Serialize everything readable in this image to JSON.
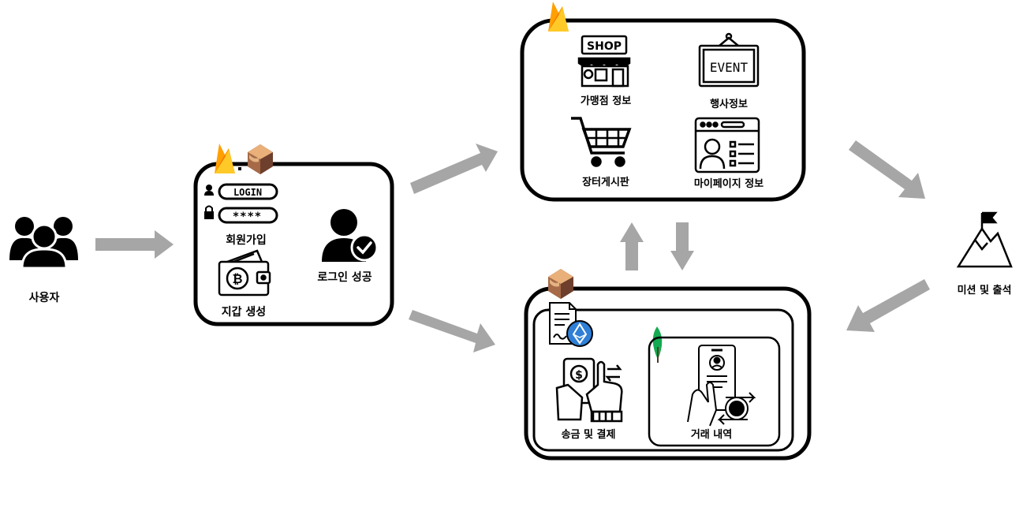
{
  "user": {
    "label": "사용자"
  },
  "signup": {
    "login_text": "LOGIN",
    "password_text": "****",
    "signup_label": "회원가입",
    "wallet_label": "지갑 생성",
    "login_success_label": "로그인 성공"
  },
  "services": {
    "shop_sign": "SHOP",
    "event_sign": "EVENT",
    "store_label": "가맹점 정보",
    "event_label": "행사정보",
    "market_label": "장터게시판",
    "mypage_label": "마이페이지 정보"
  },
  "blockchain": {
    "transfer_label": "송금 및 결제",
    "history_label": "거래 내역"
  },
  "mission": {
    "label": "미션 및 출석"
  },
  "colors": {
    "arrow": "#a6a6a6",
    "box_border": "#000000",
    "firebase_orange": "#f5a623",
    "firebase_yellow": "#ffca28",
    "klaytn_brown": "#8a5a44",
    "klaytn_top": "#e8a56a",
    "mongo_green": "#13aa52",
    "eth_blue": "#2f7fd6"
  },
  "icons": [
    "users-icon",
    "firebase-icon",
    "klaytn-icon",
    "user-icon",
    "lock-icon",
    "wallet-icon",
    "bitcoin-icon",
    "user-check-icon",
    "shop-icon",
    "event-icon",
    "cart-icon",
    "mypage-icon",
    "contract-icon",
    "ethereum-icon",
    "payment-icon",
    "mongodb-icon",
    "transaction-icon",
    "mountain-flag-icon"
  ]
}
